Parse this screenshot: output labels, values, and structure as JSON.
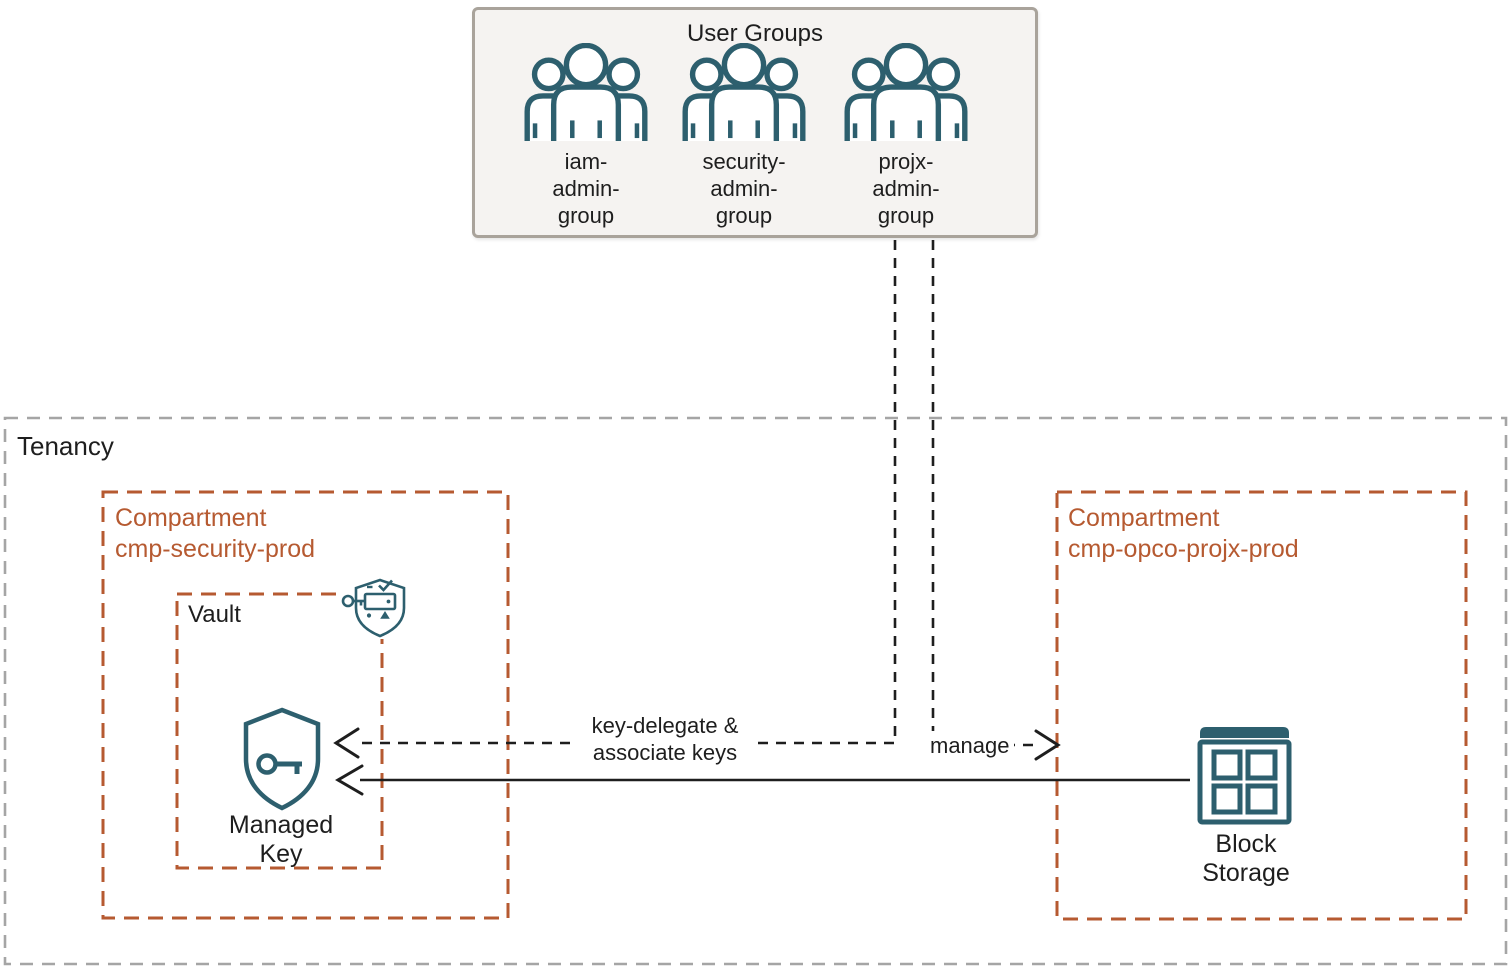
{
  "colors": {
    "teal": "#2d5f6e",
    "orange": "#b65a31",
    "gray": "#a5a5a5",
    "ink": "#1e1e1e",
    "box_bg": "#f5f3f1"
  },
  "user_groups": {
    "title": "User Groups",
    "groups": [
      {
        "id": "iam-admin-group",
        "lines": [
          "iam-",
          "admin-",
          "group"
        ]
      },
      {
        "id": "security-admin-group",
        "lines": [
          "security-",
          "admin-",
          "group"
        ]
      },
      {
        "id": "projx-admin-group",
        "lines": [
          "projx-",
          "admin-",
          "group"
        ]
      }
    ]
  },
  "tenancy": {
    "label": "Tenancy",
    "compartments": [
      {
        "id": "cmp-security-prod",
        "title_lines": [
          "Compartment",
          "cmp-security-prod"
        ],
        "vault": {
          "label": "Vault",
          "managed_key_label": "Managed Key"
        }
      },
      {
        "id": "cmp-opco-projx-prod",
        "title_lines": [
          "Compartment",
          "cmp-opco-projx-prod"
        ],
        "block_storage_label": "Block Storage"
      }
    ]
  },
  "connections": {
    "key_delegate": {
      "from": "security-admin-group",
      "to": "Managed Key",
      "style": "dashed",
      "label_lines": [
        "key-delegate &",
        "associate keys"
      ]
    },
    "manage": {
      "from": "projx-admin-group",
      "to": "cmp-opco-projx-prod",
      "style": "dashed",
      "label": "manage"
    },
    "block_storage_to_key": {
      "from": "Block Storage",
      "to": "Managed Key",
      "style": "solid"
    }
  }
}
